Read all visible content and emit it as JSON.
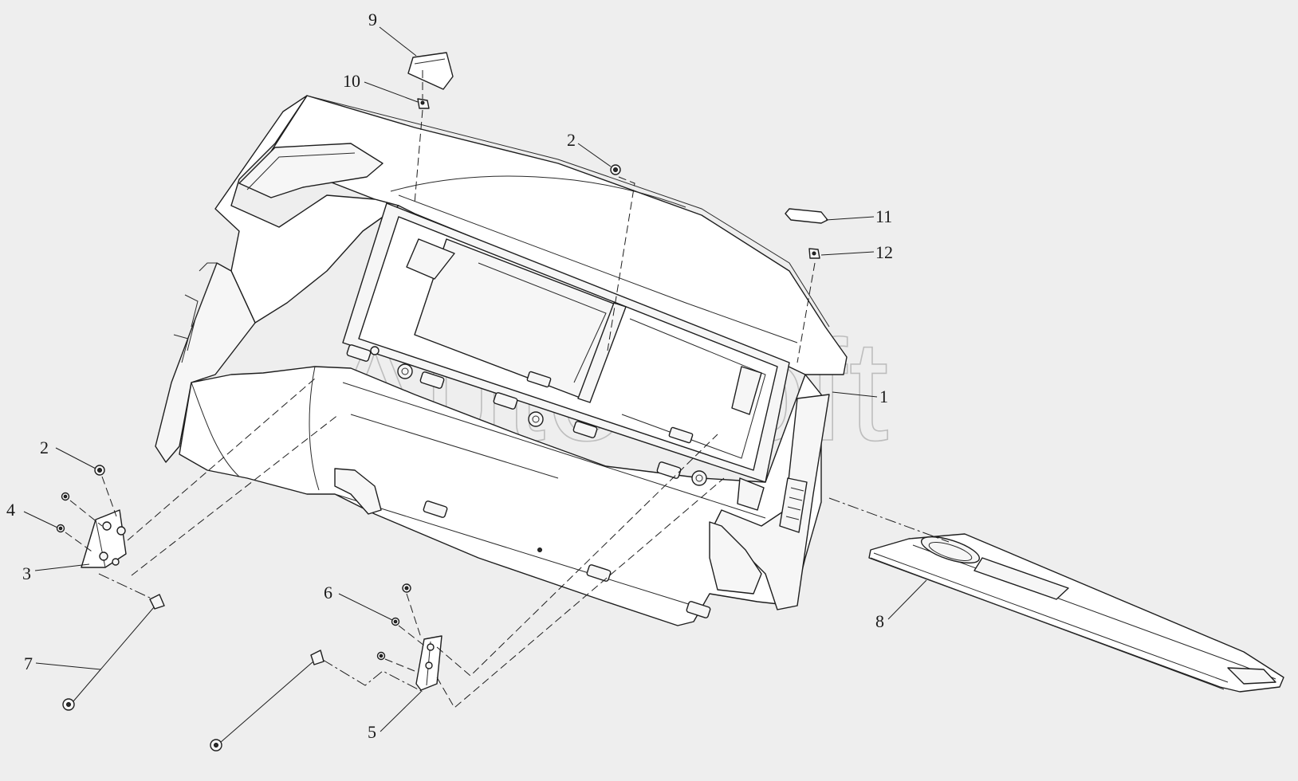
{
  "watermark": "AutoSoft",
  "callouts": {
    "c1": "1",
    "c2a": "2",
    "c2b": "2",
    "c3": "3",
    "c4": "4",
    "c5": "5",
    "c6": "6",
    "c7": "7",
    "c8": "8",
    "c9": "9",
    "c10": "10",
    "c11": "11",
    "c12": "12"
  },
  "colors": {
    "background": "#eeeeee",
    "line": "#1e1e1e",
    "watermark": "#bdbdbd"
  }
}
